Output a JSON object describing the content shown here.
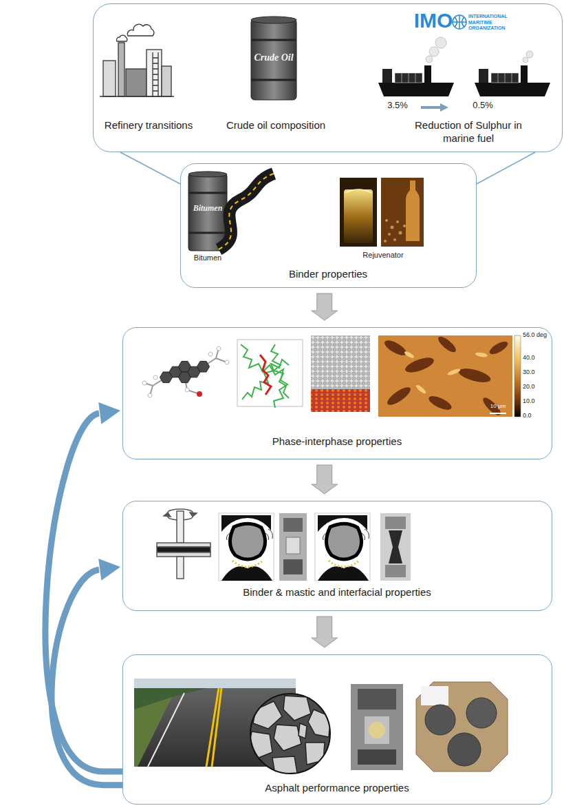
{
  "diagram": {
    "nodes": [
      {
        "text": [
          "Refinery transitions",
          "Crude oil composition",
          "Reduction of Sulphur in marine fuel"
        ]
      },
      {
        "text": [
          "Binder properties"
        ]
      },
      {
        "text": [
          "Phase-interphase properties"
        ]
      },
      {
        "text": [
          "Binder & mastic and interfacial properties"
        ]
      },
      {
        "text": [
          "Asphalt performance properties"
        ]
      }
    ],
    "edges": [
      {
        "from": 0,
        "to": 1,
        "arrow": "none"
      },
      {
        "from": 0,
        "to": 1,
        "arrow": "none"
      },
      {
        "from": 1,
        "to": 2,
        "arrow": "to"
      },
      {
        "from": 2,
        "to": 3,
        "arrow": "to"
      },
      {
        "from": 3,
        "to": 4,
        "arrow": "to"
      },
      {
        "from": 4,
        "to": 2,
        "arrow": "to"
      },
      {
        "from": 4,
        "to": 3,
        "arrow": "to"
      }
    ],
    "labels": [
      "Crude Oil",
      "IMO",
      "INTERNATIONAL MARITIME ORGANIZATION",
      "3.5%",
      "0.5%",
      "Bitumen",
      "Bitumen",
      "Rejuvenator",
      "56.0 deg",
      "40.0",
      "30.0",
      "20.0",
      "10.0",
      "0.0",
      "10 µm"
    ]
  }
}
